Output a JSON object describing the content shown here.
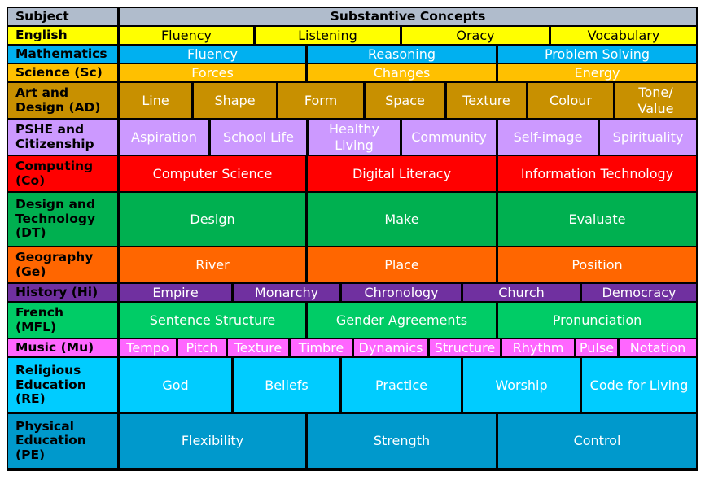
{
  "header": {
    "subject": "Subject",
    "concepts": "Substantive Concepts",
    "color": "#b0bccc"
  },
  "rows": [
    {
      "subject": "English",
      "color": "#ffff00",
      "text": "#000000",
      "concepts": [
        "Fluency",
        "Listening",
        "Oracy",
        "Vocabulary"
      ]
    },
    {
      "subject": "Mathematics",
      "color": "#00b0f0",
      "text": "#ffffff",
      "concepts": [
        "Fluency",
        "Reasoning",
        "Problem Solving"
      ]
    },
    {
      "subject": "Science (Sc)",
      "color": "#ffc000",
      "text": "#ffffff",
      "concepts": [
        "Forces",
        "Changes",
        "Energy"
      ]
    },
    {
      "subject": "Art and\nDesign (AD)",
      "color": "#c89000",
      "text": "#ffffff",
      "concepts": [
        "Line",
        "Shape",
        "Form",
        "Space",
        "Texture",
        "Colour",
        "Tone/\nValue"
      ]
    },
    {
      "subject": "PSHE and\nCitizenship",
      "color": "#cc99ff",
      "text": "#ffffff",
      "concepts": [
        "Aspiration",
        "School Life",
        "Healthy\nLiving",
        "Community",
        "Self-image",
        "Spirituality"
      ]
    },
    {
      "subject": "Computing\n(Co)",
      "color": "#ff0000",
      "text": "#ffffff",
      "concepts": [
        "Computer Science",
        "Digital Literacy",
        "Information Technology"
      ]
    },
    {
      "subject": "Design and\nTechnology\n(DT)",
      "color": "#00b050",
      "text": "#ffffff",
      "concepts": [
        "Design",
        "Make",
        "Evaluate"
      ]
    },
    {
      "subject": "Geography\n(Ge)",
      "color": "#ff6600",
      "text": "#ffffff",
      "concepts": [
        "River",
        "Place",
        "Position"
      ]
    },
    {
      "subject": "History (Hi)",
      "color": "#7030a0",
      "text": "#ffffff",
      "concepts": [
        "Empire",
        "Monarchy",
        "Chronology",
        "Church",
        "Democracy"
      ]
    },
    {
      "subject": "French\n(MFL)",
      "color": "#00cc66",
      "text": "#ffffff",
      "concepts": [
        "Sentence Structure",
        "Gender Agreements",
        "Pronunciation"
      ]
    },
    {
      "subject": "Music (Mu)",
      "color": "#ff66ff",
      "text": "#ffffff",
      "concepts": [
        "Tempo",
        "Pitch",
        "Texture",
        "Timbre",
        "Dynamics",
        "Structure",
        "Rhythm",
        "Pulse",
        "Notation"
      ]
    },
    {
      "subject": "Religious\nEducation\n(RE)",
      "color": "#00ccff",
      "text": "#ffffff",
      "concepts": [
        "God",
        "Beliefs",
        "Practice",
        "Worship",
        "Code for Living"
      ]
    },
    {
      "subject": "Physical\nEducation\n(PE)",
      "color": "#0099cc",
      "text": "#ffffff",
      "concepts": [
        "Flexibility",
        "Strength",
        "Control"
      ]
    }
  ]
}
